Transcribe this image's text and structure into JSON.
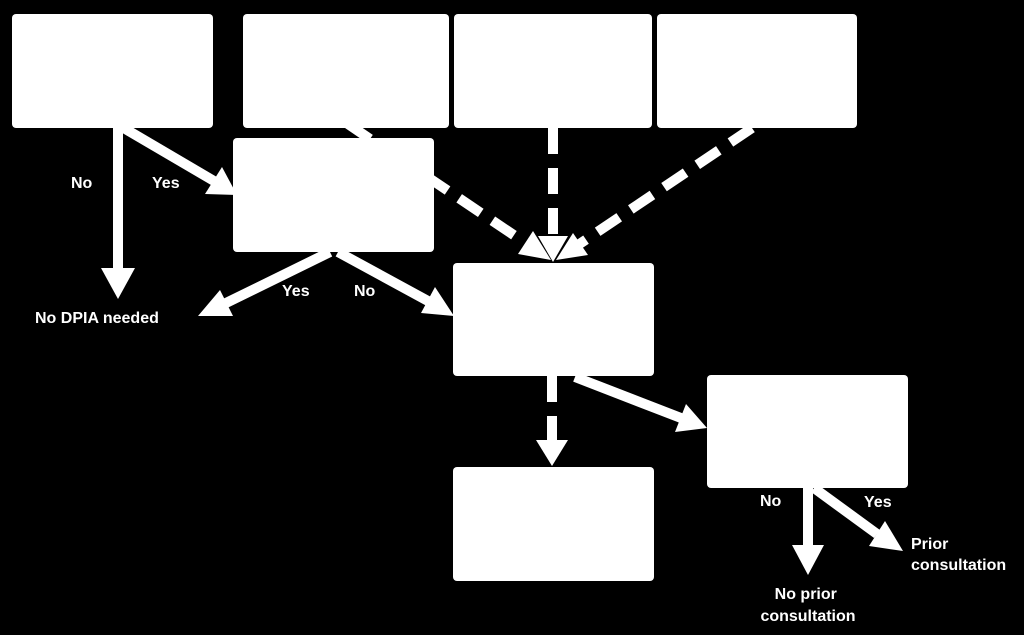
{
  "colors": {
    "background": "#000000",
    "foreground": "#ffffff"
  },
  "edge_labels": {
    "first_no": "No",
    "first_yes": "Yes",
    "second_yes": "Yes",
    "second_no": "No",
    "last_no": "No",
    "last_yes": "Yes"
  },
  "outcomes": {
    "no_dpia": "No DPIA needed",
    "prior_consultation": [
      "Prior",
      "consultation"
    ],
    "no_prior_consultation": [
      "No prior",
      "consultation"
    ]
  }
}
